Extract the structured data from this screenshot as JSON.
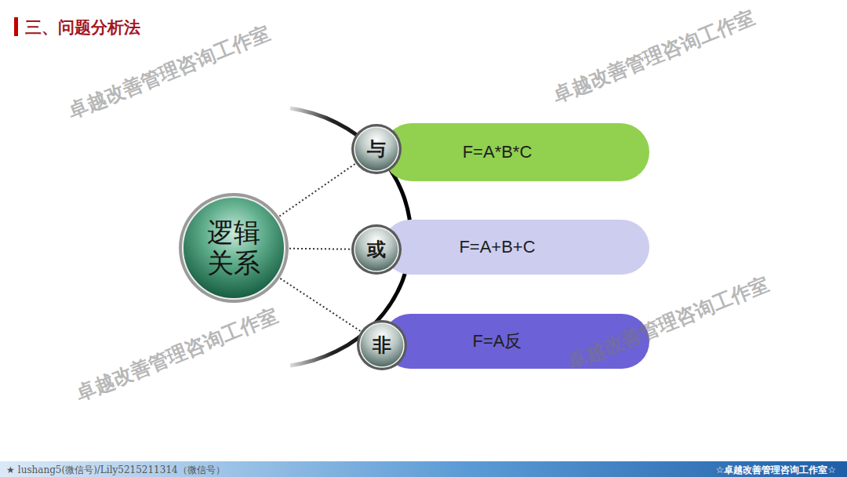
{
  "diagram": {
    "title": "三、问题分析法",
    "nodes": [
      {
        "text": [
          "逻辑关系"
        ]
      },
      {
        "text": [
          "与"
        ]
      },
      {
        "text": [
          "F=A*B*C"
        ]
      },
      {
        "text": [
          "或"
        ]
      },
      {
        "text": [
          "F=A+B+C"
        ]
      },
      {
        "text": [
          "非"
        ]
      },
      {
        "text": [
          "F=A反"
        ]
      }
    ],
    "edges": [
      {
        "from": 0,
        "to": 1,
        "arrow": "none"
      },
      {
        "from": 0,
        "to": 3,
        "arrow": "none"
      },
      {
        "from": 0,
        "to": 5,
        "arrow": "none"
      }
    ],
    "labels": [
      "卓越改善管理咨询工作室",
      "卓越改善管理咨询工作室",
      "卓越改善管理咨询工作室",
      "卓越改善管理咨询工作室",
      "★ lushang5(微信号)/Lily5215211314（微信号）",
      "☆卓越改善管理咨询工作室☆"
    ]
  }
}
